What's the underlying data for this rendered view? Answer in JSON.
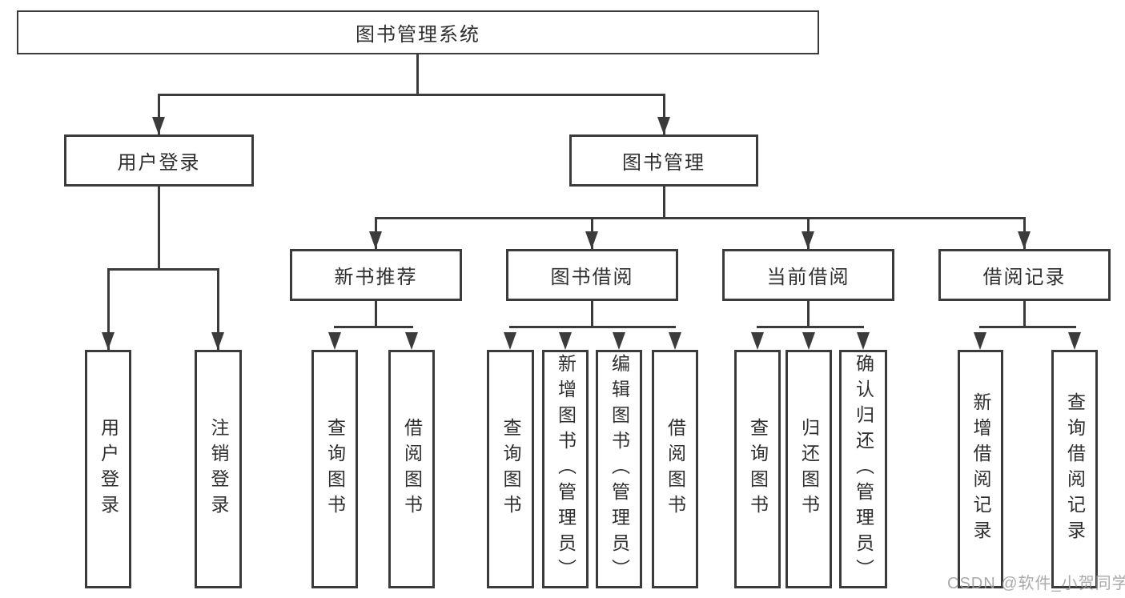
{
  "tree": {
    "label": "图书管理系统",
    "children": [
      {
        "label": "用户登录",
        "children": [
          {
            "label": "用户登录"
          },
          {
            "label": "注销登录"
          }
        ]
      },
      {
        "label": "图书管理",
        "children": [
          {
            "label": "新书推荐",
            "children": [
              {
                "label": "查询图书"
              },
              {
                "label": "借阅图书"
              }
            ]
          },
          {
            "label": "图书借阅",
            "children": [
              {
                "label": "查询图书"
              },
              {
                "label": "新增图书（管理员）"
              },
              {
                "label": "编辑图书（管理员）"
              },
              {
                "label": "借阅图书"
              }
            ]
          },
          {
            "label": "当前借阅",
            "children": [
              {
                "label": "查询图书"
              },
              {
                "label": "归还图书"
              },
              {
                "label": "确认归还（管理员）"
              }
            ]
          },
          {
            "label": "借阅记录",
            "children": [
              {
                "label": "新增借阅记录"
              },
              {
                "label": "查询借阅记录"
              }
            ]
          }
        ]
      }
    ]
  },
  "watermark": {
    "text": "CSDN @软件_小贺同学"
  },
  "colors": {
    "line": "#3b3b3b",
    "text": "#2f2f2f",
    "background": "#ffffff",
    "watermark": "#9e9e9e"
  }
}
